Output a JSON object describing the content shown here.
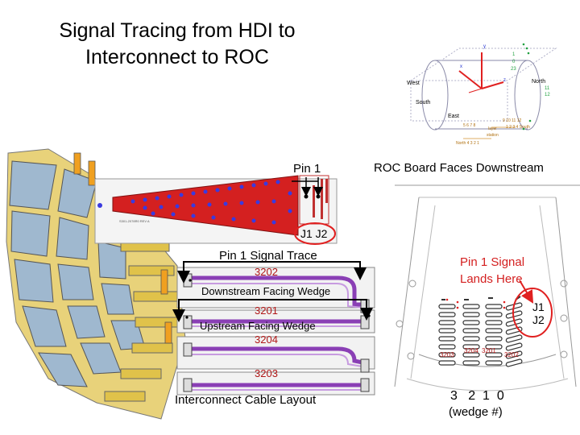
{
  "slide": {
    "title_line1": "Signal Tracing from HDI to",
    "title_line2": "Interconnect to ROC"
  },
  "hdi": {
    "pin1_label": "Pin 1",
    "connector_labels": "J1 J2",
    "board_text": "S301-2078R0 REV A"
  },
  "cable_layout": {
    "trace_label": "Pin 1 Signal Trace",
    "caption": "Interconnect Cable Layout",
    "cables": [
      {
        "number": "3202",
        "note": "Downstream Facing Wedge"
      },
      {
        "number": "3201",
        "note": "Upstream Facing Wedge"
      },
      {
        "number": "3204",
        "note": ""
      },
      {
        "number": "3203",
        "note": ""
      }
    ]
  },
  "coordinate_diagram": {
    "west": "West",
    "south": "South",
    "east": "East",
    "north_right": "North",
    "axis_x": "x",
    "axis_y": "y",
    "axis_z": "z",
    "layer_text": "layer",
    "station_text": "station",
    "layer_nums_left": "5 6 7 8",
    "layer_nums_right": "9 10 11 12",
    "station_nums_left": "North 4 3 2 1",
    "station_nums_right": "1 2 3 4 South",
    "right_nums": [
      "1",
      "0",
      "23",
      "11",
      "12"
    ]
  },
  "roc": {
    "heading": "ROC Board Faces Downstream",
    "signal_note_line1": "Pin 1 Signal",
    "signal_note_line2": "Lands Here",
    "j1": "J1",
    "j2": "J2",
    "connector_ids": [
      "3203",
      "3204",
      "3201",
      "3202"
    ],
    "wedge_numbers": "3   2  1  0",
    "wedge_caption": "(wedge #)"
  },
  "colors": {
    "board_red": "#d42020",
    "cable_purple": "#8a3fb5",
    "annotation_red": "#e02020",
    "axis_red": "#e02020",
    "axis_blue": "#2030d0",
    "axis_green": "#20a040"
  }
}
